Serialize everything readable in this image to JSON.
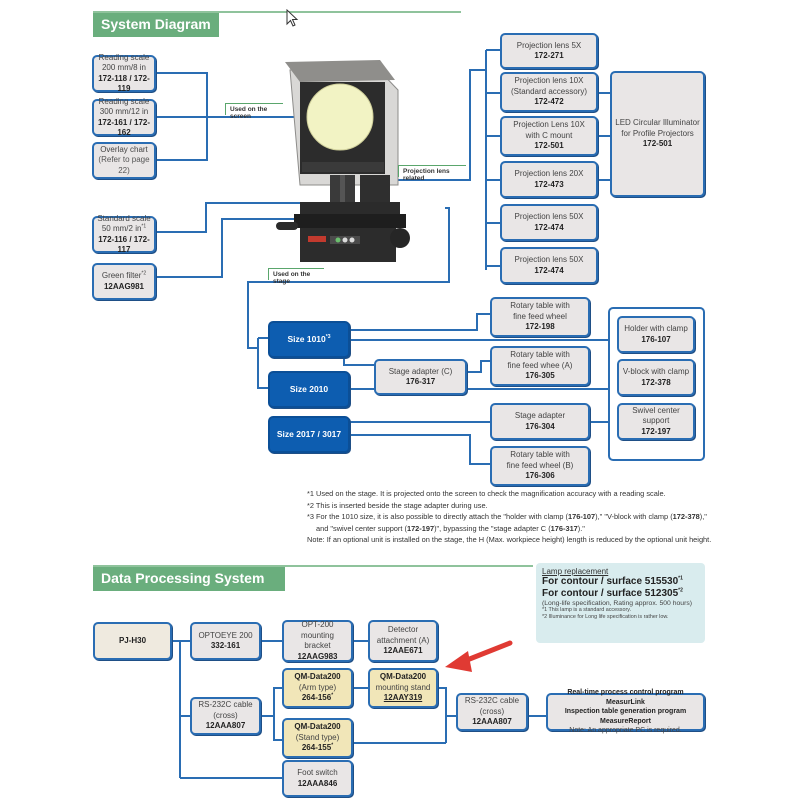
{
  "system_diagram": {
    "title": "System Diagram",
    "tags": {
      "used_on_screen": "Used on the screen",
      "projection_lens_related": "Projection lens related",
      "used_on_stage": "Used on the stage"
    },
    "left_items": [
      {
        "name": "Reading scale 200 mm/8 in",
        "pn": "172-118 / 172-119"
      },
      {
        "name": "Reading scale 300 mm/12 in",
        "pn": "172-161 / 172-162"
      },
      {
        "name": "Overlay chart",
        "pn": "(Refer to page 22)"
      },
      {
        "name": "Standard scale 50 mm/2 in",
        "sup": "*1",
        "pn": "172-116 / 172-117"
      },
      {
        "name": "Green filter",
        "sup": "*2",
        "pn": "12AAG981"
      }
    ],
    "lenses": [
      {
        "name": "Projection lens 5X",
        "pn": "172-271"
      },
      {
        "name": "Projection lens 10X",
        "sub": "(Standard accessory)",
        "pn": "172-472"
      },
      {
        "name": "Projection Lens 10X",
        "sub": "with C mount",
        "pn": "172-501"
      },
      {
        "name": "Projection lens 20X",
        "pn": "172-473"
      },
      {
        "name": "Projection lens 50X",
        "pn": "172-474"
      },
      {
        "name": "Projection lens 50X",
        "pn": "172-474"
      }
    ],
    "illuminator": {
      "name": "LED Circular Illuminator",
      "sub": "for Profile Projectors",
      "pn": "172-501"
    },
    "sizes": [
      {
        "label": "Size 1010",
        "sup": "*3"
      },
      {
        "label": "Size 2010"
      },
      {
        "label": "Size 2017 / 3017"
      }
    ],
    "stage_adapter_c": {
      "name": "Stage adapter (C)",
      "pn": "176-317"
    },
    "stage_items": [
      {
        "name": "Rotary table with",
        "sub": "fine feed wheel",
        "pn": "172-198"
      },
      {
        "name": "Rotary table with",
        "sub": "fine feed whee (A)",
        "pn": "176-305"
      },
      {
        "name": "Stage adapter",
        "pn": "176-304"
      },
      {
        "name": "Rotary table with",
        "sub": "fine feed wheel (B)",
        "pn": "176-306"
      }
    ],
    "fixtures": [
      {
        "name": "Holder with clamp",
        "pn": "176-107"
      },
      {
        "name": "V-block with clamp",
        "pn": "172-378"
      },
      {
        "name": "Swivel center support",
        "pn": "172-197"
      }
    ],
    "notes": {
      "n1": "*1 Used on the stage. It is projected onto the screen to check the magnification accuracy with a reading scale.",
      "n2": "*2 This is inserted beside the stage adapter during use.",
      "n3a": "*3 For the 1010 size, it is also possible to directly attach the \"holder with clamp (",
      "n3a_pn1": "176-107",
      "n3a_mid": "),\" \"V-block with clamp (",
      "n3a_pn2": "172-378",
      "n3a_end": "),\"",
      "n3b_start": "and \"swivel center support (",
      "n3b_pn1": "172-197",
      "n3b_mid": ")\", bypassing the \"stage adapter C (",
      "n3b_pn2": "176-317",
      "n3b_end": ").\"",
      "note": "Note: If an optional unit is installed on the stage, the H (Max. workpiece height) length is reduced by the optional unit height."
    }
  },
  "data_processing": {
    "title": "Data Processing System Diagram",
    "lamp": {
      "title": "Lamp replacement",
      "line1": "For contour / surface 515530",
      "line1_sup": "*1",
      "line2": "For contour / surface 512305",
      "line2_sup": "*2",
      "line3": "(Long-life specification, Rating approx. 500 hours)",
      "fn1": "*1 This lamp is a standard accessory.",
      "fn2": "*2 Illuminance for Long life specification is rather low."
    },
    "pj": {
      "name": "PJ-H30"
    },
    "optoeye": {
      "name": "OPTOEYE 200",
      "pn": "332-161"
    },
    "opt_bracket": {
      "name": "OPT-200 mounting",
      "sub": "bracket",
      "pn": "12AAG983"
    },
    "detector": {
      "name": "Detector",
      "sub": "attachment (A)",
      "pn": "12AAE671"
    },
    "rs232_left": {
      "name": "RS-232C cable (cross)",
      "pn": "12AAA807"
    },
    "qm_arm": {
      "name": "QM-Data200",
      "sub": "(Arm type)",
      "pn": "264-156",
      "sup": "*"
    },
    "qm_stand": {
      "name": "QM-Data200",
      "sub": "(Stand type)",
      "pn": "264-155",
      "sup": "*"
    },
    "qm_mount": {
      "name": "QM-Data200",
      "sub": "mounting stand",
      "pn": "12AAY319"
    },
    "rs232_right": {
      "name": "RS-232C cable (cross)",
      "pn": "12AAA807"
    },
    "software": {
      "line1": "Real-time process control program MeasurLink",
      "line2": "Inspection table generation program MeasureReport",
      "line3": "Note: An appropriate PC is required."
    },
    "foot_switch": {
      "name": "Foot switch",
      "pn": "12AAA846"
    }
  },
  "colors": {
    "accent_green": "#6aae7d",
    "line_blue": "#2a6db3",
    "size_blue": "#0d5db0",
    "box_gray": "#e9e6e6",
    "box_tan": "#f1e6b8",
    "lamp_bg": "#d9ecee",
    "arrow_red": "#e03a33"
  }
}
